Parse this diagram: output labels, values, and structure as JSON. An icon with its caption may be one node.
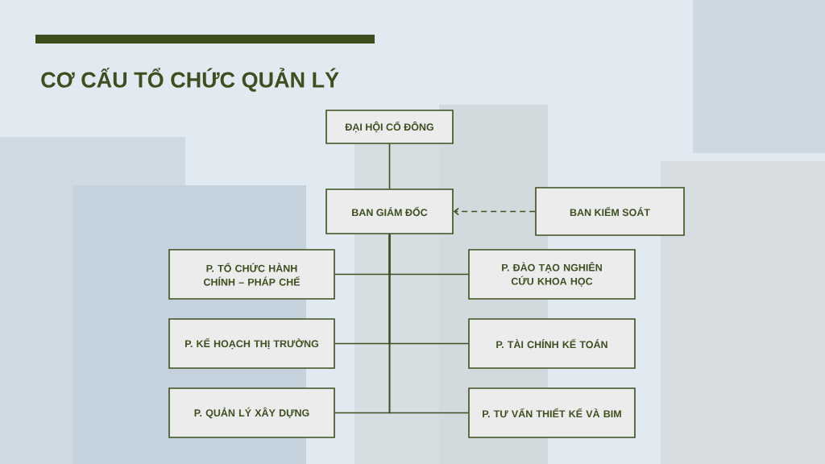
{
  "diagram": {
    "title": "CƠ CẤU TỔ CHỨC QUẢN LÝ",
    "nodes": [
      {
        "text": [
          "ĐẠI HỘI CỔ ĐÔNG"
        ]
      },
      {
        "text": [
          "BAN GIÁM ĐỐC"
        ]
      },
      {
        "text": [
          "BAN KIỂM SOÁT"
        ]
      },
      {
        "text": [
          "P. TỔ CHỨC HÀNH CHÍNH – PHÁP CHẾ"
        ]
      },
      {
        "text": [
          "P. ĐÀO TẠO NGHIÊN CỨU KHOA HỌC"
        ]
      },
      {
        "text": [
          "P. KẾ HOẠCH THỊ TRƯỜNG"
        ]
      },
      {
        "text": [
          "P. TÀI CHÍNH KẾ TOÁN"
        ]
      },
      {
        "text": [
          "P. QUẢN LÝ XÂY DỰNG"
        ]
      },
      {
        "text": [
          "P. TƯ VẤN THIẾT KẾ VÀ BIM"
        ]
      }
    ],
    "edges": [
      {
        "from": 0,
        "to": 1,
        "arrow": "none"
      },
      {
        "from": 2,
        "to": 1,
        "arrow": "to",
        "style": "dashed"
      },
      {
        "from": 1,
        "to": 3,
        "arrow": "none"
      },
      {
        "from": 1,
        "to": 4,
        "arrow": "none"
      },
      {
        "from": 1,
        "to": 5,
        "arrow": "none"
      },
      {
        "from": 1,
        "to": 6,
        "arrow": "none"
      },
      {
        "from": 1,
        "to": 7,
        "arrow": "none"
      },
      {
        "from": 1,
        "to": 8,
        "arrow": "none"
      }
    ]
  }
}
